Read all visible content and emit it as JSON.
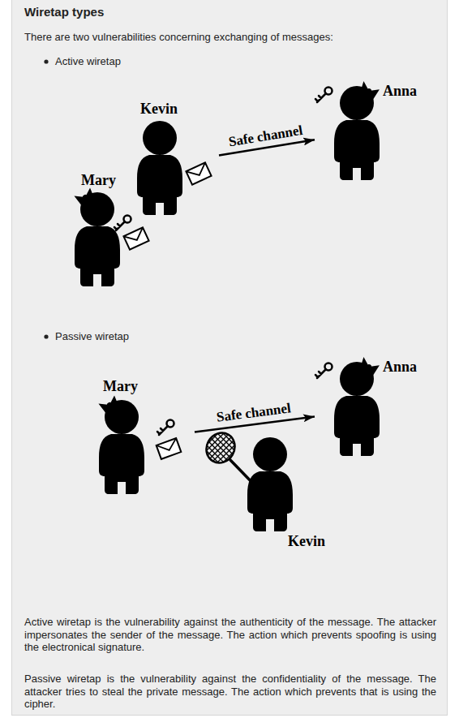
{
  "diagram": {
    "title": "Wiretap types",
    "nodes": [
      {
        "text": [
          "Mary"
        ]
      },
      {
        "text": [
          "Kevin"
        ]
      },
      {
        "text": [
          "Anna"
        ]
      },
      {
        "text": [
          "Mary"
        ]
      },
      {
        "text": [
          "Kevin"
        ]
      },
      {
        "text": [
          "Anna"
        ]
      }
    ],
    "edges": [
      {
        "from": 1,
        "to": 2,
        "label": "Safe channel",
        "arrow": "to"
      },
      {
        "from": 3,
        "to": 5,
        "label": "Safe channel",
        "arrow": "to"
      }
    ],
    "labels": [
      "There are two vulnerabilities concerning exchanging of messages:",
      "Active wiretap",
      "Passive wiretap",
      "Active wiretap is the vulnerability against the authenticity of the message. The attacker impersonates the sender of the message. The action which prevents spoofing is using the electronical signature.",
      "Passive wiretap is the vulnerability against the confidentiality of the message. The attacker tries to steal the private message. The action which prevents that is using the cipher."
    ]
  }
}
